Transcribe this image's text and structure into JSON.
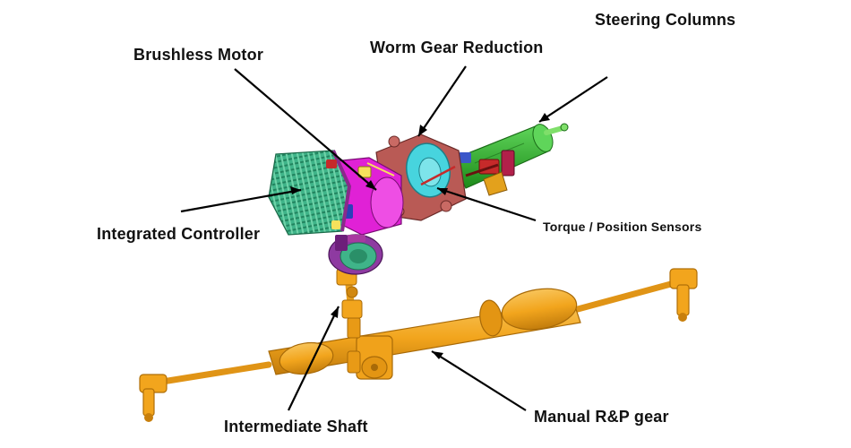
{
  "labels": {
    "steering_columns": "Steering Columns",
    "worm_gear_reduction": "Worm Gear Reduction",
    "brushless_motor": "Brushless Motor",
    "integrated_controller": "Integrated Controller",
    "torque_position_sensors": "Torque / Position Sensors",
    "intermediate_shaft": "Intermediate Shaft",
    "manual_rp_gear": "Manual R&P gear"
  },
  "colors": {
    "rack": "#f2a51d",
    "rack_dark": "#c87f0c",
    "controller": "#3fb489",
    "motor": "#e021d6",
    "column": "#2fb32a",
    "worm_housing": "#b95a55",
    "sensor": "#47d4de",
    "shaft": "#a24bb0",
    "motor_dark": "#6d1f7a"
  }
}
